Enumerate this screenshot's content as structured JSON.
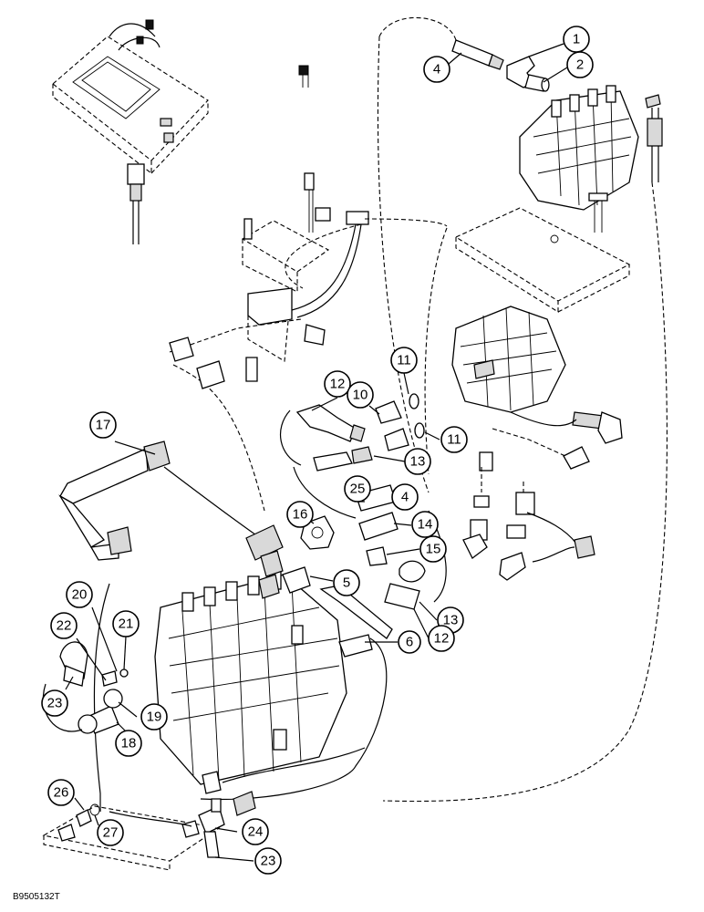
{
  "figure_code": "B9505132T",
  "callouts": [
    {
      "id": "c1",
      "label": "1"
    },
    {
      "id": "c2",
      "label": "2"
    },
    {
      "id": "c4a",
      "label": "4"
    },
    {
      "id": "c11a",
      "label": "11"
    },
    {
      "id": "c12a",
      "label": "12"
    },
    {
      "id": "c10",
      "label": "10"
    },
    {
      "id": "c11b",
      "label": "11"
    },
    {
      "id": "c17",
      "label": "17"
    },
    {
      "id": "c13a",
      "label": "13"
    },
    {
      "id": "c25",
      "label": "25"
    },
    {
      "id": "c4b",
      "label": "4"
    },
    {
      "id": "c16",
      "label": "16"
    },
    {
      "id": "c14",
      "label": "14"
    },
    {
      "id": "c15",
      "label": "15"
    },
    {
      "id": "c5",
      "label": "5"
    },
    {
      "id": "c13b",
      "label": "13"
    },
    {
      "id": "c12b",
      "label": "12"
    },
    {
      "id": "c6",
      "label": "6"
    },
    {
      "id": "c20",
      "label": "20"
    },
    {
      "id": "c21",
      "label": "21"
    },
    {
      "id": "c22",
      "label": "22"
    },
    {
      "id": "c23a",
      "label": "23"
    },
    {
      "id": "c19",
      "label": "19"
    },
    {
      "id": "c18",
      "label": "18"
    },
    {
      "id": "c26",
      "label": "26"
    },
    {
      "id": "c27",
      "label": "27"
    },
    {
      "id": "c24",
      "label": "24"
    },
    {
      "id": "c23b",
      "label": "23"
    }
  ]
}
